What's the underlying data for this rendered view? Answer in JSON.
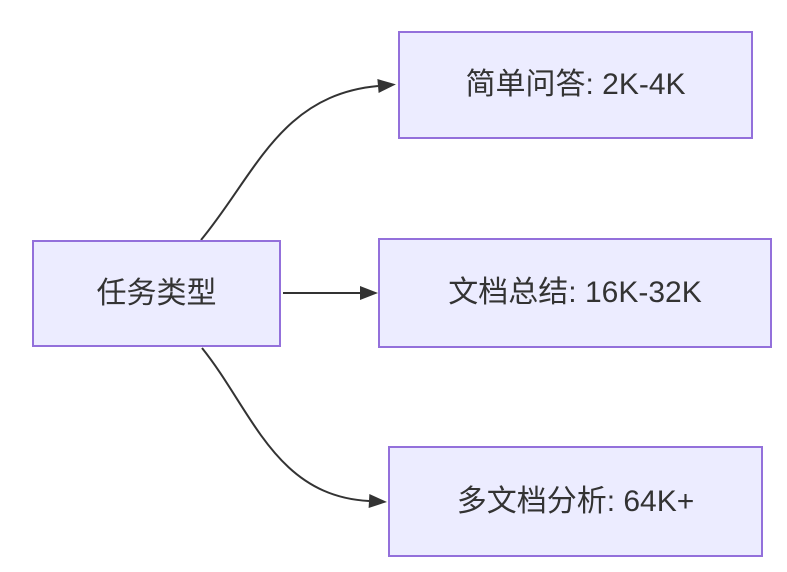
{
  "diagram": {
    "type": "flowchart",
    "direction": "LR",
    "root": {
      "id": "task-type",
      "label": "任务类型"
    },
    "branches": [
      {
        "id": "simple-qa",
        "label": "简单问答: 2K-4K"
      },
      {
        "id": "doc-summary",
        "label": "文档总结: 16K-32K"
      },
      {
        "id": "multi-doc",
        "label": "多文档分析: 64K+"
      }
    ],
    "edges": [
      {
        "from": "任务类型",
        "to": "简单问答: 2K-4K"
      },
      {
        "from": "任务类型",
        "to": "文档总结: 16K-32K"
      },
      {
        "from": "任务类型",
        "to": "多文档分析: 64K+"
      }
    ],
    "colors": {
      "node_fill": "#ECECFF",
      "node_border": "#9370DB",
      "text": "#333333",
      "edge": "#333333"
    }
  }
}
